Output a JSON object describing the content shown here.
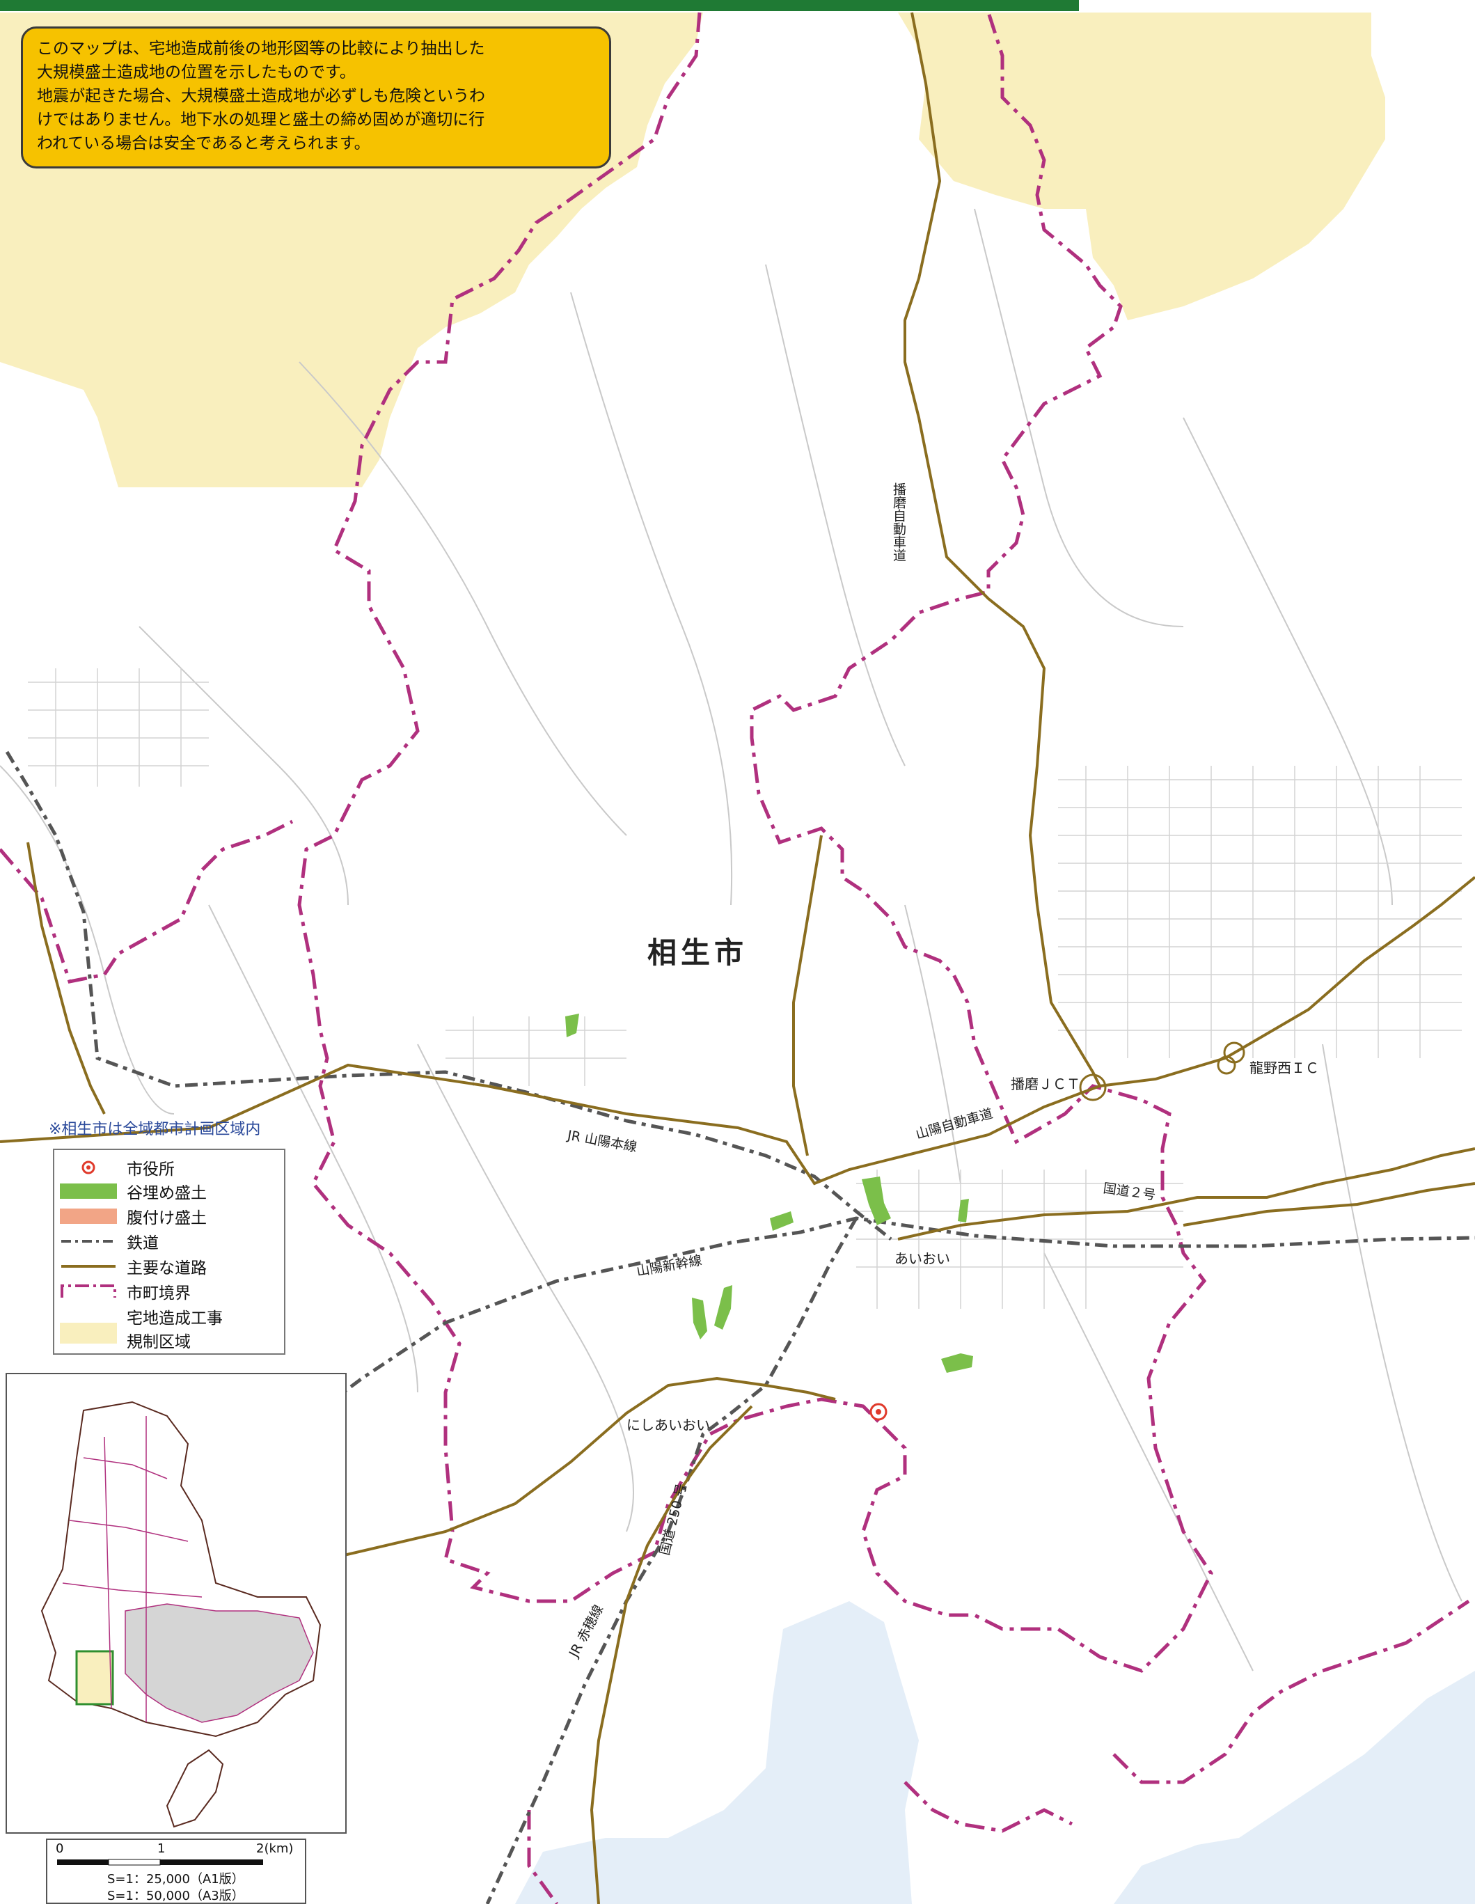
{
  "notice": {
    "lines": [
      "このマップは、宅地造成前後の地形図等の比較により抽出した",
      "大規模盛土造成地の位置を示したものです。",
      "地震が起きた場合、大規模盛土造成地が必ずしも危険というわ",
      "けではありません。地下水の処理と盛土の締め固めが適切に行",
      "われている場合は安全であると考えられます。"
    ]
  },
  "map": {
    "city_name": "相生市",
    "coverage_note": "※相生市は全域都市計画区域内",
    "places": {
      "harima_jct": "播磨ＪＣＴ",
      "tatsuno_nishi_ic": "龍野西ＩＣ",
      "aioi_station": "あいおい",
      "nishi_aioi_station": "にしあいおい"
    },
    "routes": {
      "harima_expressway": "播磨自動車道",
      "sanyo_expressway": "山陽自動車道",
      "jr_sanyo_line": "JR 山陽本線",
      "sanyo_shinkansen": "山陽新幹線",
      "route_2": "国道２号",
      "route_250": "国道 250 号",
      "jr_ako_line": "JR 赤穂線"
    },
    "colors": {
      "regulated_zone": "#f9efbe",
      "valley_fill": "#7bbf4a",
      "side_fill": "#f2a586",
      "boundary": "#b0307e",
      "road": "#8a6d1f",
      "railway": "#555555",
      "sea": "#e4eef8",
      "header_bar": "#1f7a34"
    }
  },
  "legend": {
    "city_hall": "市役所",
    "valley_fill": "谷埋め盛土",
    "side_fill": "腹付け盛土",
    "railway": "鉄道",
    "main_road": "主要な道路",
    "municipal_boundary": "市町境界",
    "regulated_zone_line1": "宅地造成工事",
    "regulated_zone_line2": "規制区域"
  },
  "scale": {
    "tick_0": "0",
    "tick_1": "1",
    "tick_2": "2(km)",
    "ratio_a1": "S=1：25,000（A1版）",
    "ratio_a3": "S=1：50,000（A3版）"
  }
}
